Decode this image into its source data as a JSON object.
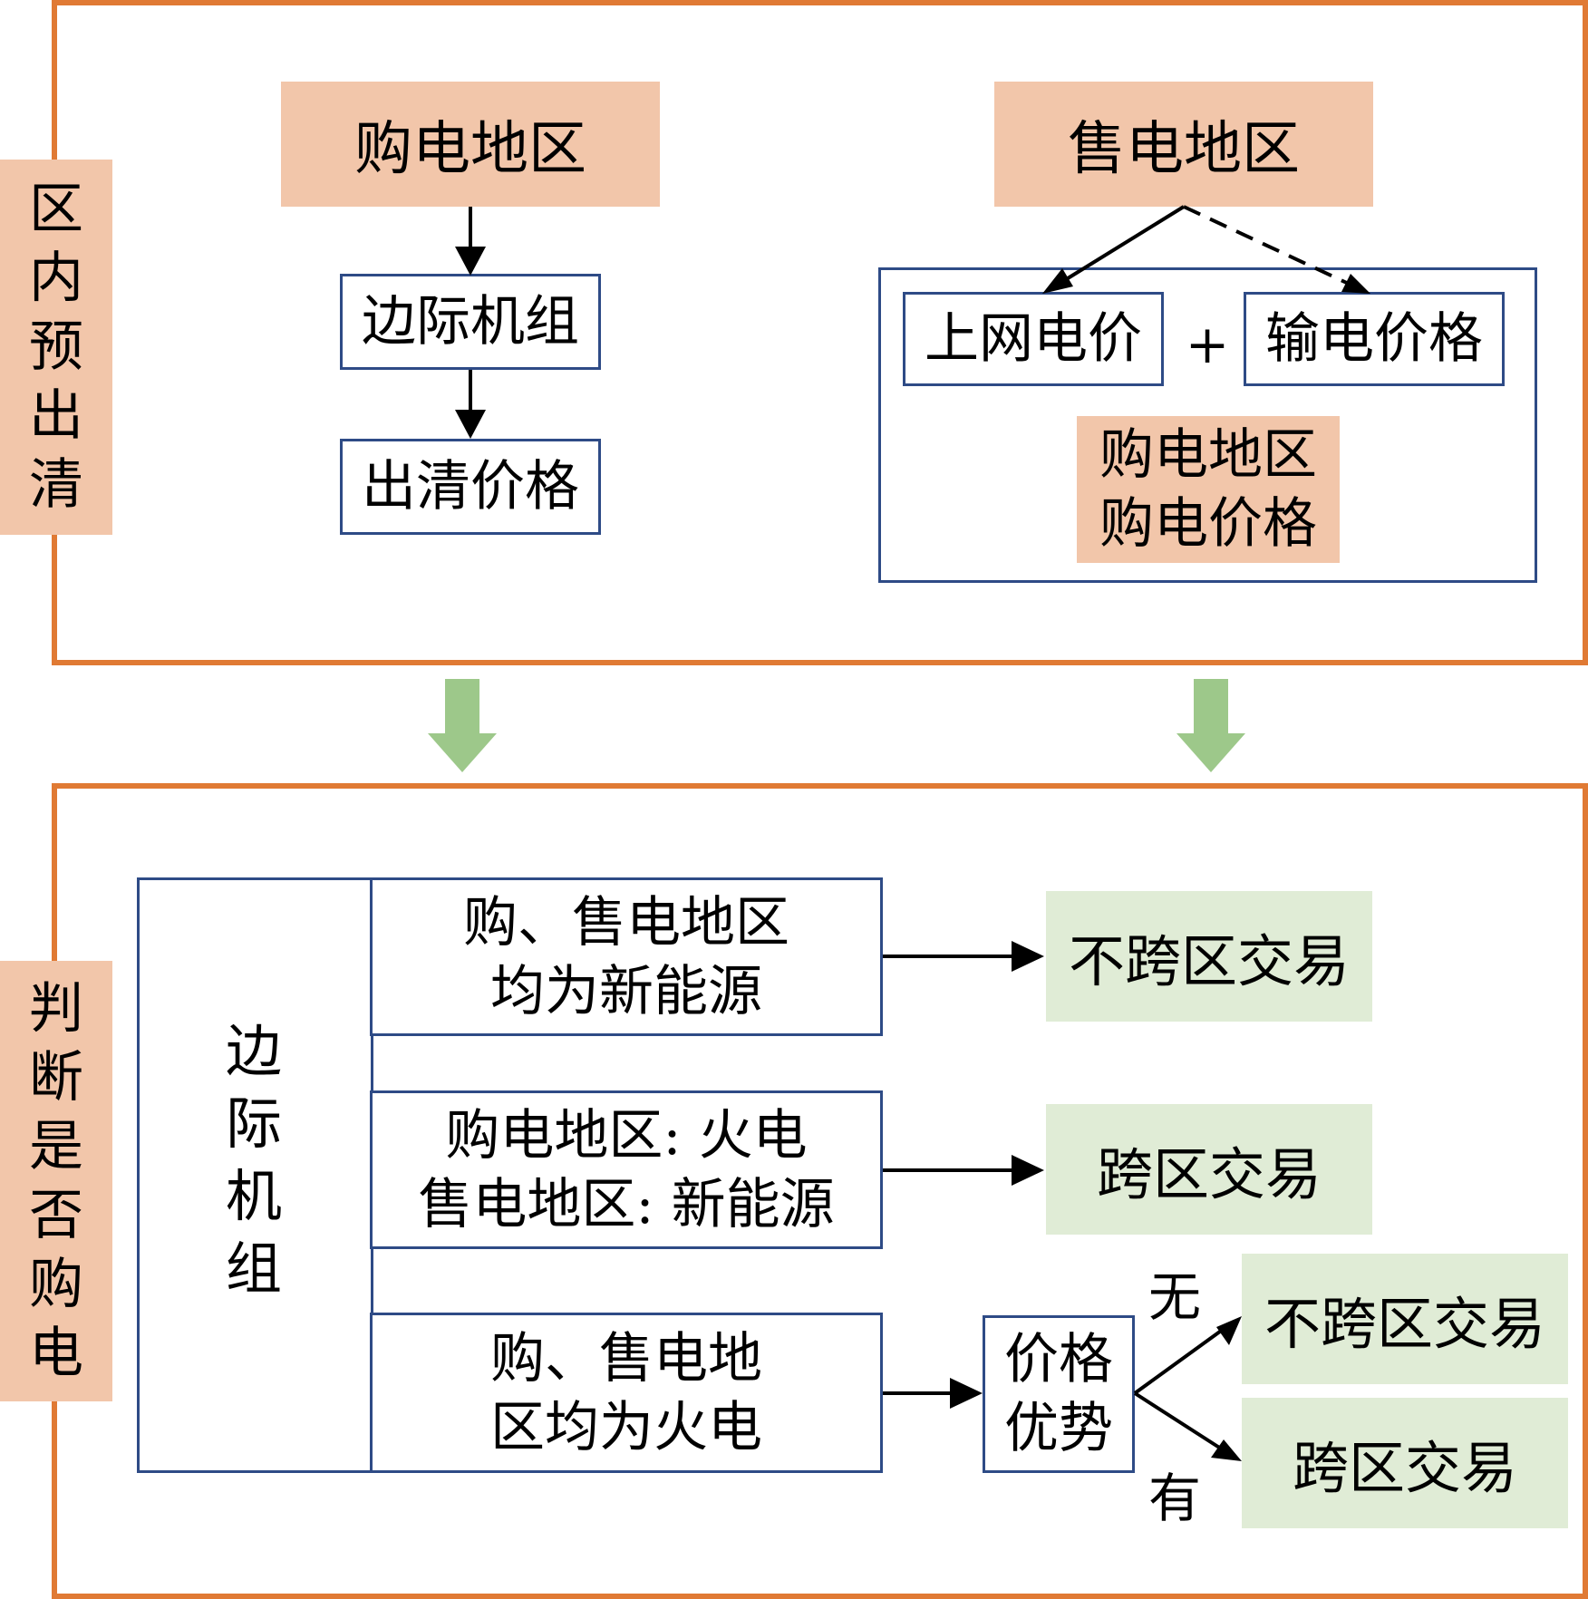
{
  "top_section": {
    "tag_chars": [
      "区",
      "内",
      "预",
      "出",
      "清"
    ],
    "buyer_region": "购电地区",
    "marginal_unit": "边际机组",
    "clearing_price": "出清价格",
    "seller_region": "售电地区",
    "grid_price": "上网电价",
    "plus": "+",
    "transmission_price": "输电价格",
    "buyer_price_line1": "购电地区",
    "buyer_price_line2": "购电价格"
  },
  "bottom_section": {
    "tag_chars": [
      "判",
      "断",
      "是",
      "否",
      "购",
      "电"
    ],
    "marginal_unit_chars": [
      "边",
      "际",
      "机",
      "组"
    ],
    "case1_line1": "购、售电地区",
    "case1_line2": "均为新能源",
    "case1_result": "不跨区交易",
    "case2_line1": "购电地区: 火电",
    "case2_line2": "售电地区: 新能源",
    "case2_result": "跨区交易",
    "case3_line1": "购、售电地",
    "case3_line2": "区均为火电",
    "price_adv_line1": "价格",
    "price_adv_line2": "优势",
    "label_no": "无",
    "label_yes": "有",
    "result_no": "不跨区交易",
    "result_yes": "跨区交易"
  },
  "colors": {
    "frame": "#e07a34",
    "peach": "#f2c6aa",
    "blue_border": "#2e4b86",
    "green_fill": "#e0ecd6",
    "green_arrow": "#9dc88a"
  }
}
